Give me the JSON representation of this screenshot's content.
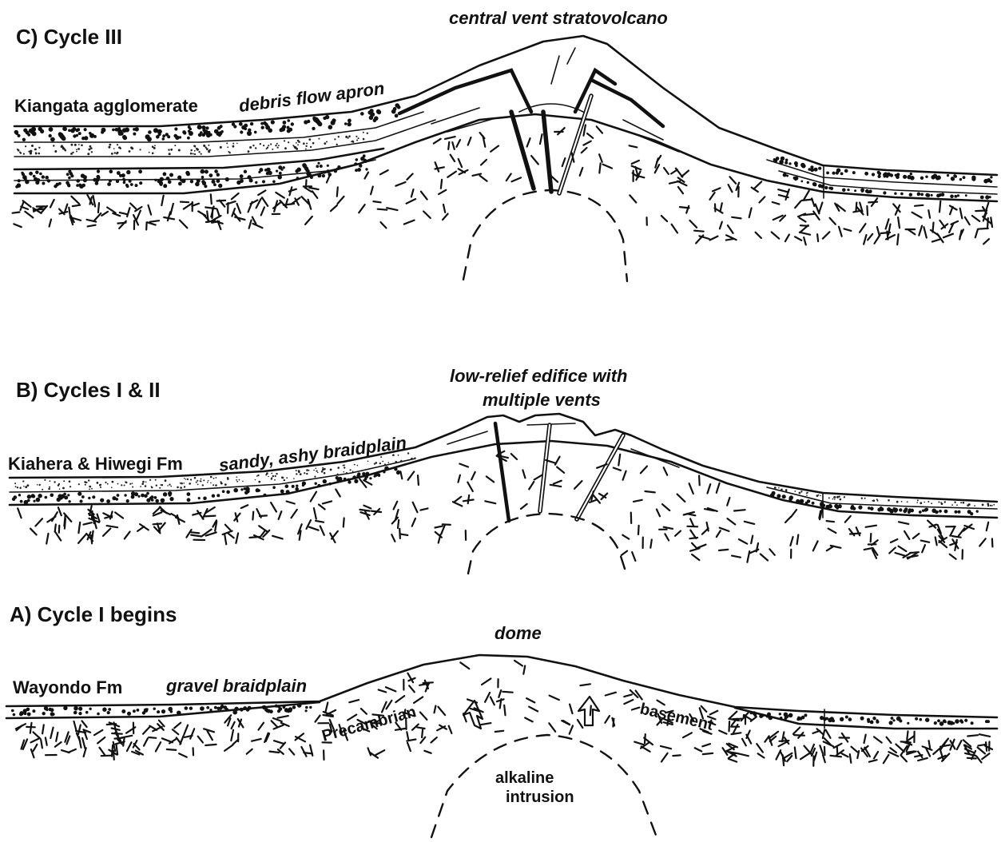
{
  "panels": {
    "c": {
      "title": "C)  Cycle  III",
      "formation": "Kiangata agglomerate",
      "environment": "debris flow apron",
      "edifice": "central vent stratovolcano"
    },
    "b": {
      "title": "B)  Cycles I & II",
      "formation": "Kiahera & Hiwegi Fm",
      "environment": "sandy, ashy braidplain",
      "edifice_line1": "low-relief edifice with",
      "edifice_line2": "multiple vents"
    },
    "a": {
      "title": "A)  Cycle I begins",
      "formation": "Wayondo Fm",
      "environment": "gravel braidplain",
      "edifice": "dome",
      "basement_left": "Precambrian",
      "basement_right": "basement",
      "intrusion_line1": "alkaline",
      "intrusion_line2": "intrusion"
    }
  }
}
